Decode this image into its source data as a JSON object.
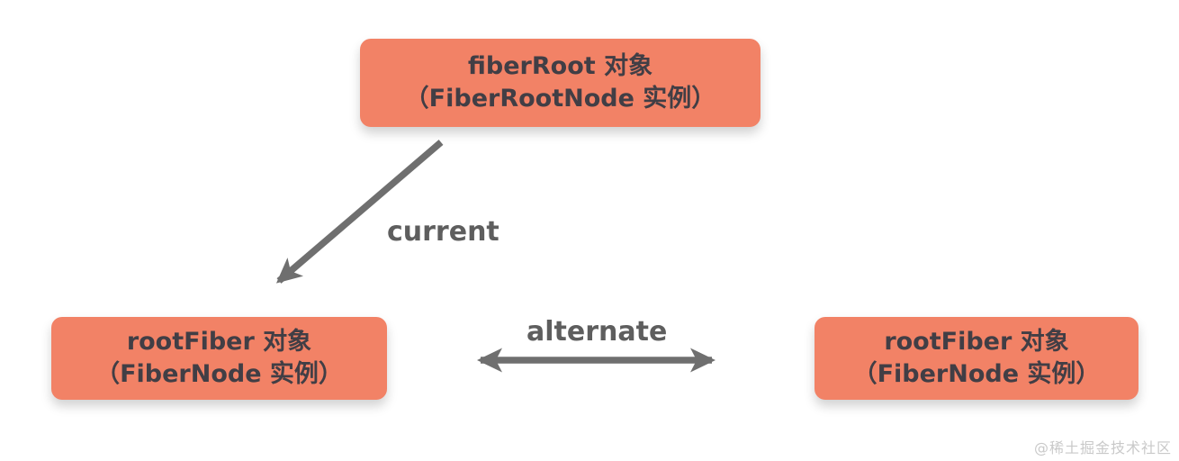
{
  "diagram": {
    "title_context": "React fiber root structure diagram",
    "nodes": {
      "fiber_root": {
        "line1": "fiberRoot 对象",
        "line2": "（FiberRootNode 实例）"
      },
      "root_fiber_left": {
        "line1": "rootFiber 对象",
        "line2": "（FiberNode 实例）"
      },
      "root_fiber_right": {
        "line1": "rootFiber 对象",
        "line2": "（FiberNode 实例）"
      }
    },
    "edges": {
      "current": {
        "label": "current",
        "from": "fiber_root",
        "to": "root_fiber_left",
        "direction": "one-way"
      },
      "alternate": {
        "label": "alternate",
        "from": "root_fiber_left",
        "to": "root_fiber_right",
        "direction": "two-way"
      }
    },
    "colors": {
      "node_fill": "#F28266",
      "node_text": "#413E45",
      "arrow": "#6F6F6F",
      "label_text": "#5E5E5E",
      "watermark": "#C9C9C9",
      "background": "#FFFFFF"
    },
    "watermark": "@稀土掘金技术社区"
  }
}
